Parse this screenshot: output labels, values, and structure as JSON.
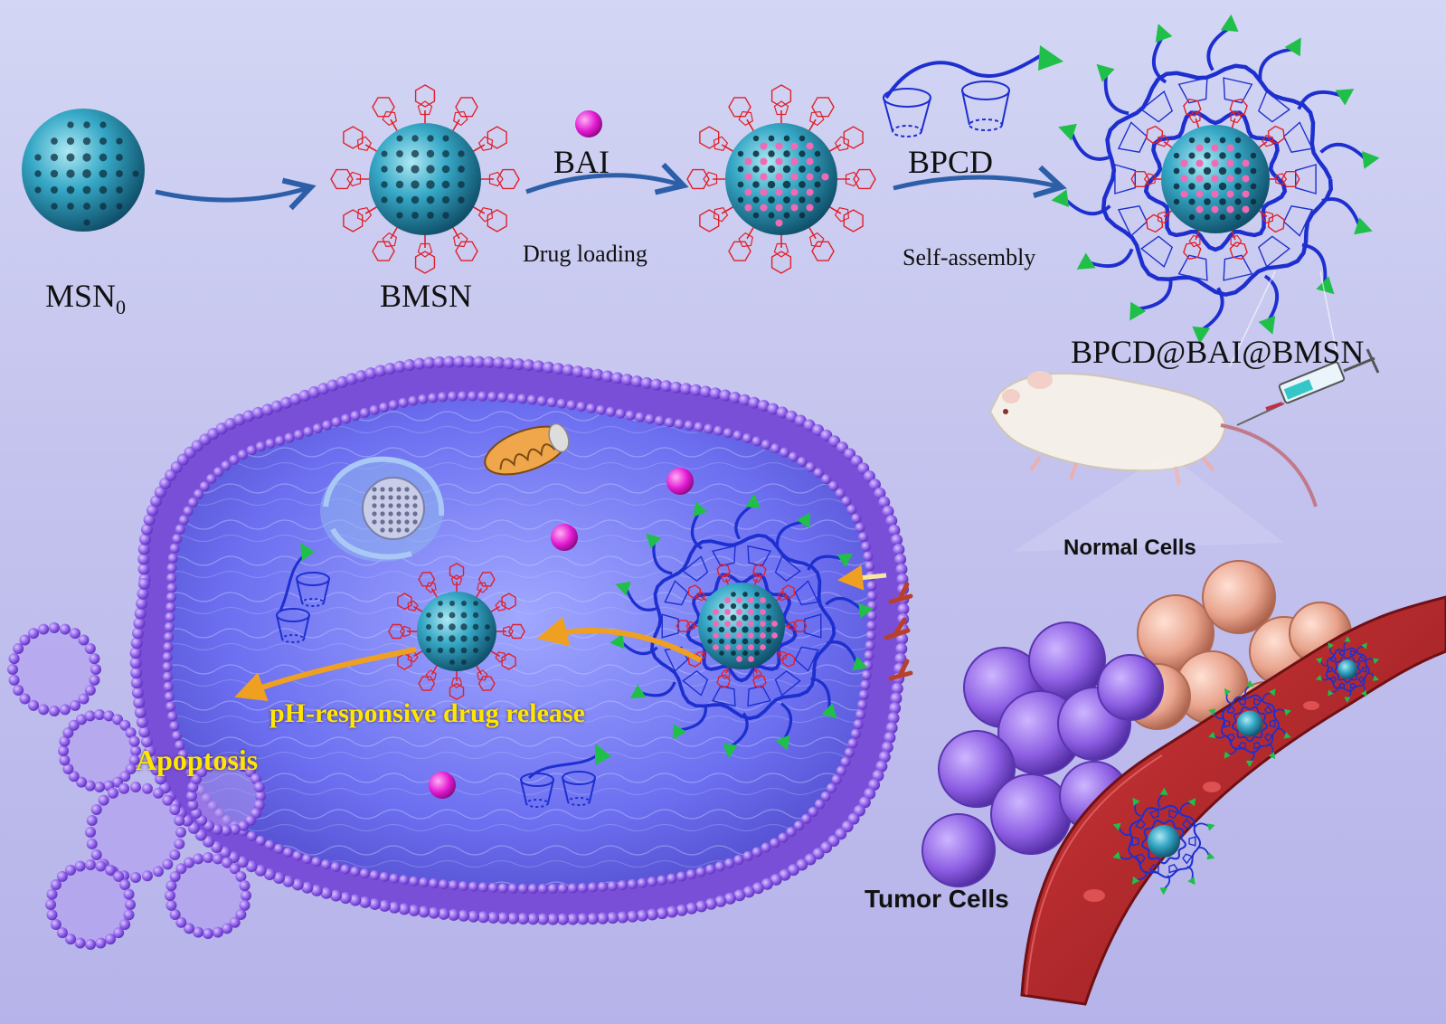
{
  "labels": {
    "msn0_main": "MSN",
    "msn0_sub": "0",
    "bmsn": "BMSN",
    "bai": "BAI",
    "drug_loading": "Drug loading",
    "bpcd": "BPCD",
    "self_assembly": "Self-assembly",
    "product": "BPCD@BAI@BMSN",
    "normal_cells": "Normal Cells",
    "tumor_cells": "Tumor Cells",
    "ph_release": "pH-responsive drug release",
    "apoptosis": "Apoptosis"
  },
  "colors": {
    "background_top": "#cdd2f2",
    "background_bottom": "#b9b9ec",
    "nanoparticle": "#2fa6c4",
    "ligand": "#e0202a",
    "bpcd_polymer": "#1e2fd0",
    "targeting_triangle": "#1fbf4a",
    "drug_bai": "#e019d0",
    "process_arrow": "#2c5fa8",
    "release_arrow": "#f0a020",
    "membrane_head": "#8a5ae6",
    "cytoplasm": "#7d7ff0",
    "normal_cell": "#e9a892",
    "tumor_cell": "#8c5ce0",
    "vessel": "#b8262a",
    "label_highlight": "#ffe600"
  },
  "icons": [
    "nanoparticle-icon",
    "drug-molecule-icon",
    "cyclodextrin-icon",
    "targeting-triangle-icon",
    "mouse-icon",
    "syringe-icon",
    "mitochondrion-icon",
    "nucleus-icon",
    "blood-vessel-icon"
  ]
}
